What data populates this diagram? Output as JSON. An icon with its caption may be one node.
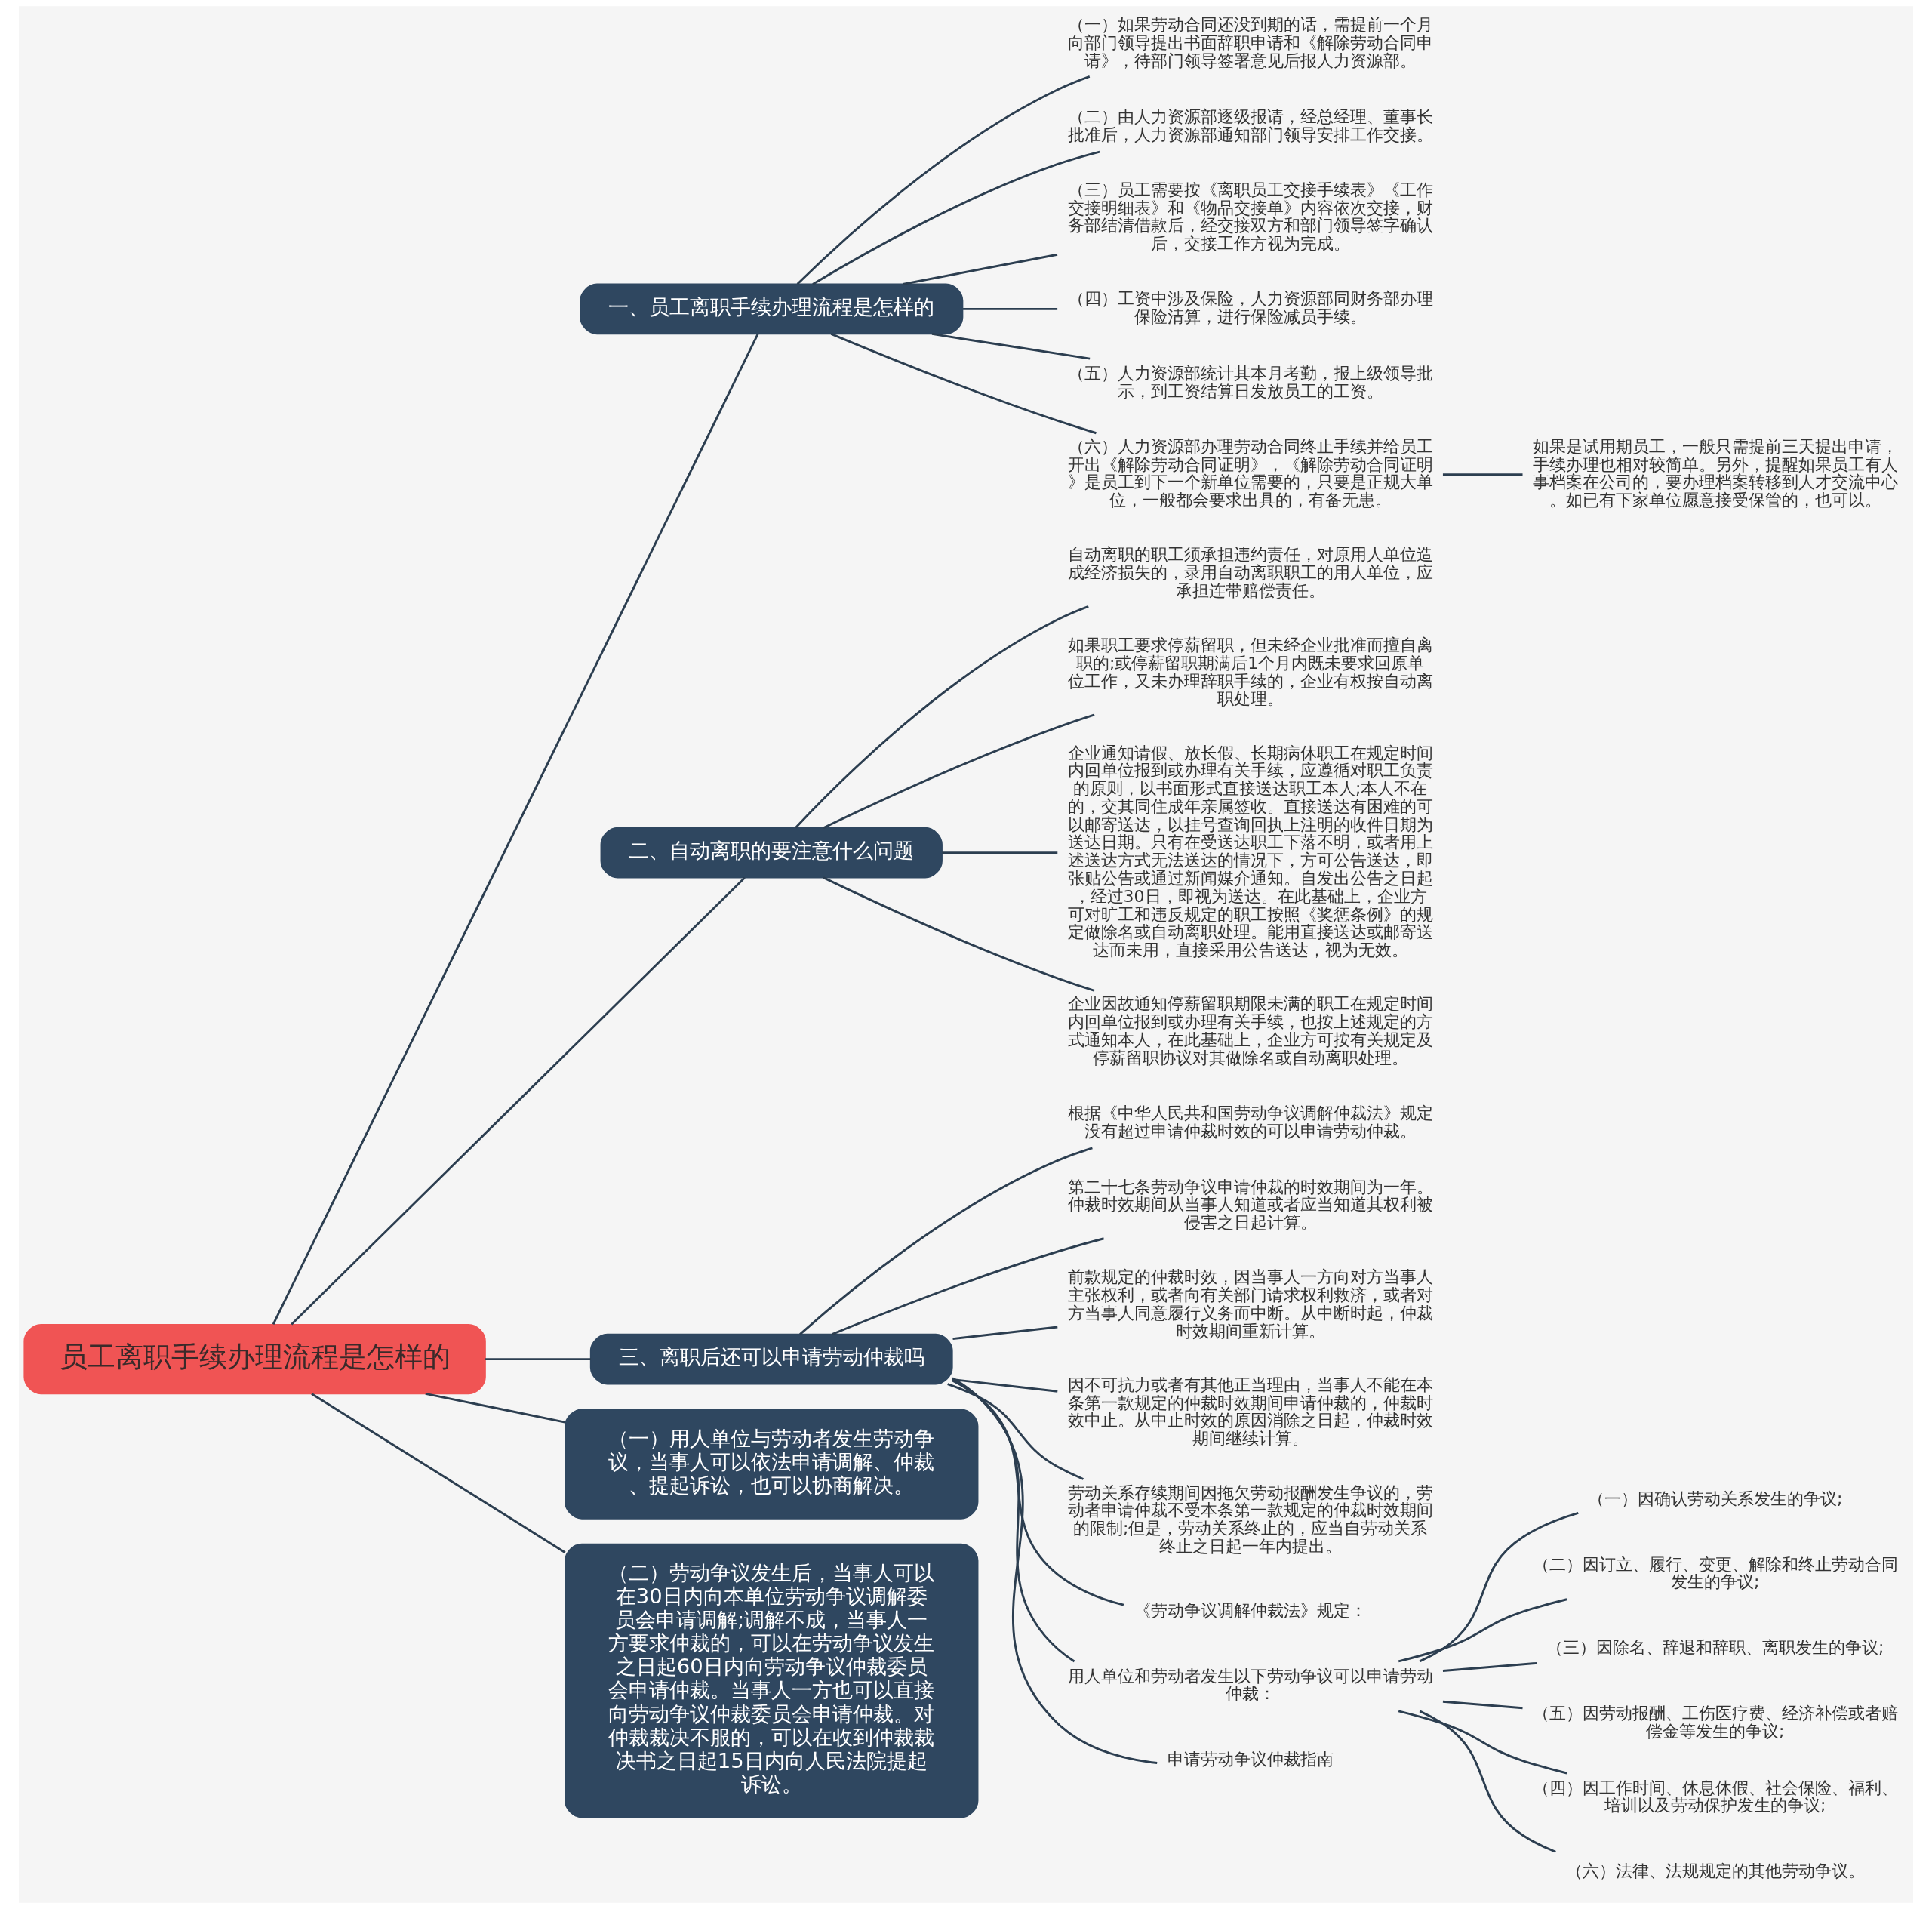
{
  "diagram": {
    "nodes": [
      {
        "text": [
          "员工离职手续办理流程是怎样的"
        ]
      },
      {
        "text": [
          "一、员工离职手续办理流程是怎样的"
        ]
      },
      {
        "text": [
          "（一）如果劳动合同还没到期的话，需提前一个月向部门领导提出书面辞职申请和《解除劳动合同申请》，待部门领导签署意见后报人力资源部。"
        ]
      },
      {
        "text": [
          "（二）由人力资源部逐级报请，经总经理、董事长批准后，人力资源部通知部门领导安排工作交接。"
        ]
      },
      {
        "text": [
          "（三）员工需要按《离职员工交接手续表》《工作交接明细表》和《物品交接单》内容依次交接，财务部结清借款后，经交接双方和部门领导签字确认后，交接工作方视为完成。"
        ]
      },
      {
        "text": [
          "（四）工资中涉及保险，人力资源部同财务部办理保险清算，进行保险减员手续。"
        ]
      },
      {
        "text": [
          "（五）人力资源部统计其本月考勤，报上级领导批示，到工资结算日发放员工的工资。"
        ]
      },
      {
        "text": [
          "（六）人力资源部办理劳动合同终止手续并给员工开出《解除劳动合同证明》，《解除劳动合同证明》是员工到下一个新单位需要的，只要是正规大单位，一般都会要求出具的，有备无患。"
        ]
      },
      {
        "text": [
          "如果是试用期员工，一般只需提前三天提出申请，手续办理也相对较简单。另外，提醒如果员工有人事档案在公司的，要办理档案转移到人才交流中心。如已有下家单位愿意接受保管的，也可以。"
        ]
      },
      {
        "text": [
          "二、自动离职的要注意什么问题"
        ]
      },
      {
        "text": [
          "自动离职的职工须承担违约责任，对原用人单位造成经济损失的，录用自动离职职工的用人单位，应承担连带赔偿责任。"
        ]
      },
      {
        "text": [
          "如果职工要求停薪留职，但未经企业批准而擅自离职的;或停薪留职期满后1个月内既未要求回原单位工作，又未办理辞职手续的，企业有权按自动离职处理。"
        ]
      },
      {
        "text": [
          "企业通知请假、放长假、长期病休职工在规定时间内回单位报到或办理有关手续，应遵循对职工负责的原则，以书面形式直接送达职工本人;本人不在的，交其同住成年亲属签收。直接送达有困难的可以邮寄送达，以挂号查询回执上注明的收件日期为送达日期。只有在受送达职工下落不明，或者用上述送达方式无法送达的情况下，方可公告送达，即张贴公告或通过新闻媒介通知。自发出公告之日起，经过30日，即视为送达。在此基础上，企业方可对旷工和违反规定的职工按照《奖惩条例》的规定做除名或自动离职处理。能用直接送达或邮寄送达而未用，直接采用公告送达，视为无效。"
        ]
      },
      {
        "text": [
          "企业因故通知停薪留职期限未满的职工在规定时间内回单位报到或办理有关手续，也按上述规定的方式通知本人，在此基础上，企业方可按有关规定及停薪留职协议对其做除名或自动离职处理。"
        ]
      },
      {
        "text": [
          "三、离职后还可以申请劳动仲裁吗"
        ]
      },
      {
        "text": [
          "根据《中华人民共和国劳动争议调解仲裁法》规定没有超过申请仲裁时效的可以申请劳动仲裁。"
        ]
      },
      {
        "text": [
          "第二十七条劳动争议申请仲裁的时效期间为一年。仲裁时效期间从当事人知道或者应当知道其权利被侵害之日起计算。"
        ]
      },
      {
        "text": [
          "前款规定的仲裁时效，因当事人一方向对方当事人主张权利，或者向有关部门请求权利救济，或者对方当事人同意履行义务而中断。从中断时起，仲裁时效期间重新计算。"
        ]
      },
      {
        "text": [
          "因不可抗力或者有其他正当理由，当事人不能在本条第一款规定的仲裁时效期间申请仲裁的，仲裁时效中止。从中止时效的原因消除之日起，仲裁时效期间继续计算。"
        ]
      },
      {
        "text": [
          "劳动关系存续期间因拖欠劳动报酬发生争议的，劳动者申请仲裁不受本条第一款规定的仲裁时效期间的限制;但是，劳动关系终止的，应当自劳动关系终止之日起一年内提出。"
        ]
      },
      {
        "text": [
          "《劳动争议调解仲裁法》规定："
        ]
      },
      {
        "text": [
          "用人单位和劳动者发生以下劳动争议可以申请劳动仲裁："
        ]
      },
      {
        "text": [
          "（一）因确认劳动关系发生的争议;"
        ]
      },
      {
        "text": [
          "（二）因订立、履行、变更、解除和终止劳动合同发生的争议;"
        ]
      },
      {
        "text": [
          "（三）因除名、辞退和辞职、离职发生的争议;"
        ]
      },
      {
        "text": [
          "（五）因劳动报酬、工伤医疗费、经济补偿或者赔偿金等发生的争议;"
        ]
      },
      {
        "text": [
          "（四）因工作时间、休息休假、社会保险、福利、培训以及劳动保护发生的争议;"
        ]
      },
      {
        "text": [
          "（六）法律、法规规定的其他劳动争议。"
        ]
      },
      {
        "text": [
          "申请劳动争议仲裁指南"
        ]
      },
      {
        "text": [
          "（一）用人单位与劳动者发生劳动争议，当事人可以依法申请调解、仲裁、提起诉讼，也可以协商解决。"
        ]
      },
      {
        "text": [
          "（二）劳动争议发生后，当事人可以在30日内向本单位劳动争议调解委员会申请调解;调解不成，当事人一方要求仲裁的，可以在劳动争议发生之日起60日内向劳动争议仲裁委员会申请仲裁。当事人一方也可以直接向劳动争议仲裁委员会申请仲裁。对仲裁裁决不服的，可以在收到仲裁裁决书之日起15日内向人民法院提起诉讼。"
        ]
      }
    ],
    "edges": [
      {
        "from": 0,
        "to": 1,
        "arrow": "none"
      },
      {
        "from": 1,
        "to": 2,
        "arrow": "none"
      },
      {
        "from": 1,
        "to": 3,
        "arrow": "none"
      },
      {
        "from": 1,
        "to": 4,
        "arrow": "none"
      },
      {
        "from": 1,
        "to": 5,
        "arrow": "none"
      },
      {
        "from": 1,
        "to": 6,
        "arrow": "none"
      },
      {
        "from": 1,
        "to": 7,
        "arrow": "none"
      },
      {
        "from": 7,
        "to": 8,
        "arrow": "none"
      },
      {
        "from": 0,
        "to": 9,
        "arrow": "none"
      },
      {
        "from": 9,
        "to": 10,
        "arrow": "none"
      },
      {
        "from": 9,
        "to": 11,
        "arrow": "none"
      },
      {
        "from": 9,
        "to": 12,
        "arrow": "none"
      },
      {
        "from": 9,
        "to": 13,
        "arrow": "none"
      },
      {
        "from": 0,
        "to": 14,
        "arrow": "none"
      },
      {
        "from": 14,
        "to": 15,
        "arrow": "none"
      },
      {
        "from": 14,
        "to": 16,
        "arrow": "none"
      },
      {
        "from": 14,
        "to": 17,
        "arrow": "none"
      },
      {
        "from": 14,
        "to": 18,
        "arrow": "none"
      },
      {
        "from": 14,
        "to": 19,
        "arrow": "none"
      },
      {
        "from": 14,
        "to": 20,
        "arrow": "none"
      },
      {
        "from": 14,
        "to": 21,
        "arrow": "none"
      },
      {
        "from": 21,
        "to": 22,
        "arrow": "none"
      },
      {
        "from": 21,
        "to": 23,
        "arrow": "none"
      },
      {
        "from": 21,
        "to": 24,
        "arrow": "none"
      },
      {
        "from": 21,
        "to": 25,
        "arrow": "none"
      },
      {
        "from": 21,
        "to": 26,
        "arrow": "none"
      },
      {
        "from": 21,
        "to": 27,
        "arrow": "none"
      },
      {
        "from": 14,
        "to": 28,
        "arrow": "none"
      },
      {
        "from": 0,
        "to": 29,
        "arrow": "none"
      },
      {
        "from": 0,
        "to": 30,
        "arrow": "none"
      }
    ]
  }
}
